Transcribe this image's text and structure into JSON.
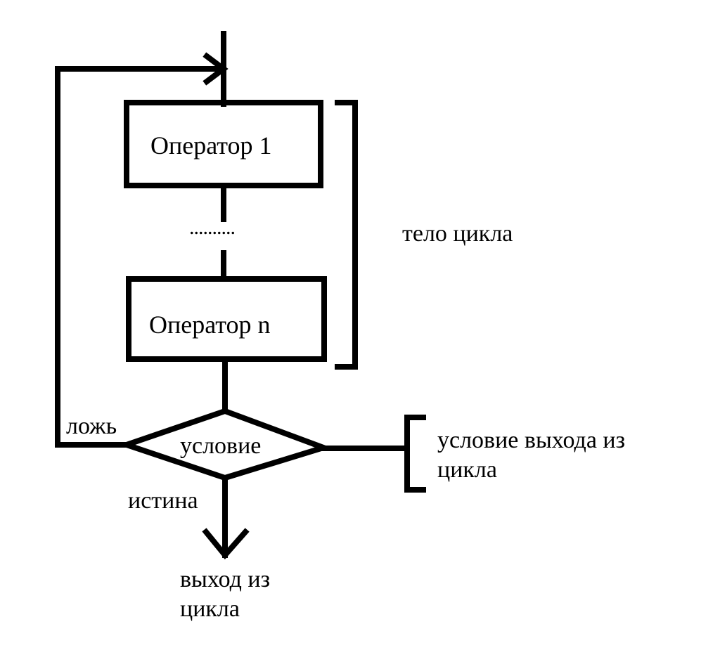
{
  "diagram": {
    "blocks": {
      "operator_first": "Оператор 1",
      "ellipsis": "..........",
      "operator_last": "Оператор n",
      "condition": "условие"
    },
    "branches": {
      "false_label": "ложь",
      "true_label": "истина"
    },
    "annotations": {
      "loop_body": "тело цикла",
      "exit_condition": "условие выхода из\nцикла",
      "loop_exit": "выход из\nцикла"
    },
    "colors": {
      "stroke": "#000000",
      "background": "#ffffff"
    }
  }
}
